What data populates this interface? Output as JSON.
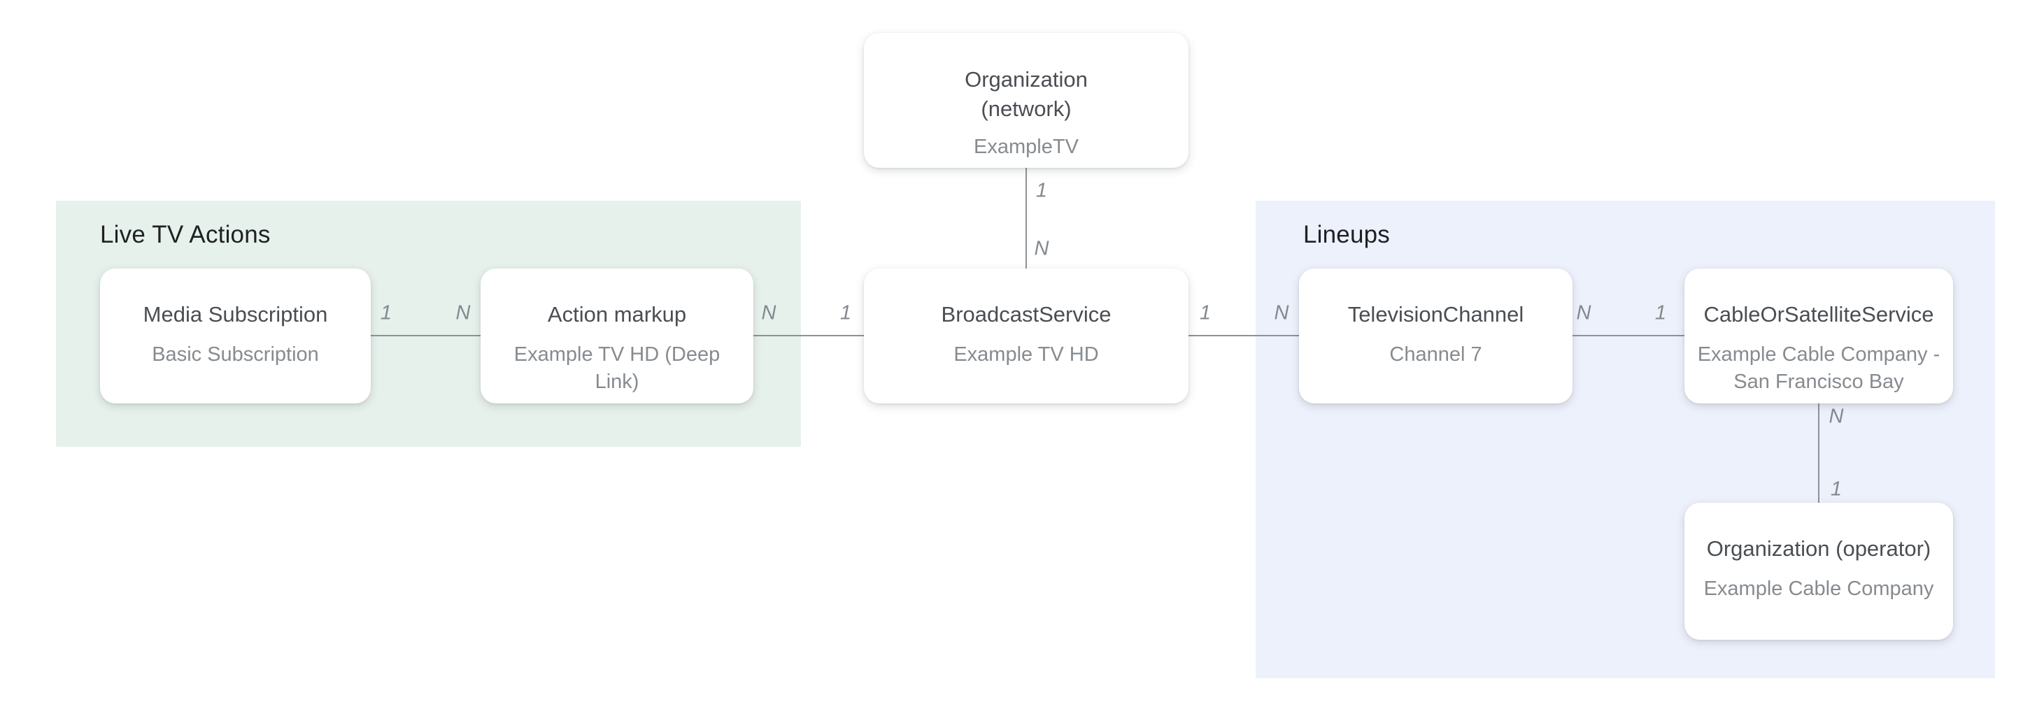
{
  "diagram": {
    "colors": {
      "background": "#ffffff",
      "region_green": "#e7f1ec",
      "region_blue": "#edf1fb",
      "card_background": "#ffffff",
      "card_title_text": "#4a4e53",
      "card_subtitle_text": "#868b90",
      "region_title_text": "#202124",
      "connector_line": "#8d9297",
      "connector_label_text": "#84898e"
    },
    "regions": [
      {
        "id": "live-tv-actions",
        "title": "Live TV Actions"
      },
      {
        "id": "lineups",
        "title": "Lineups"
      }
    ],
    "nodes": [
      {
        "id": "org-network",
        "title_lines": [
          "Organization",
          "(network)"
        ],
        "subtitle": "ExampleTV"
      },
      {
        "id": "media-subscription",
        "title": "Media Subscription",
        "subtitle": "Basic Subscription"
      },
      {
        "id": "action-markup",
        "title": "Action markup",
        "subtitle": "Example TV HD (Deep Link)"
      },
      {
        "id": "broadcast-service",
        "title": "BroadcastService",
        "subtitle": "Example TV HD"
      },
      {
        "id": "television-channel",
        "title": "TelevisionChannel",
        "subtitle": "Channel 7"
      },
      {
        "id": "cable-or-satellite-service",
        "title": "CableOrSatelliteService",
        "subtitle": "Example Cable Company -\nSan Francisco Bay"
      },
      {
        "id": "org-operator",
        "title": "Organization (operator)",
        "subtitle": "Example Cable Company"
      }
    ],
    "connectors": [
      {
        "from": "media-subscription",
        "to": "action-markup",
        "orientation": "horizontal",
        "from_label": "1",
        "to_label": "N"
      },
      {
        "from": "action-markup",
        "to": "broadcast-service",
        "orientation": "horizontal",
        "from_label": "N",
        "to_label": "1"
      },
      {
        "from": "org-network",
        "to": "broadcast-service",
        "orientation": "vertical",
        "from_label": "1",
        "to_label": "N"
      },
      {
        "from": "broadcast-service",
        "to": "television-channel",
        "orientation": "horizontal",
        "from_label": "1",
        "to_label": "N"
      },
      {
        "from": "television-channel",
        "to": "cable-or-satellite-service",
        "orientation": "horizontal",
        "from_label": "N",
        "to_label": "1"
      },
      {
        "from": "cable-or-satellite-service",
        "to": "org-operator",
        "orientation": "vertical",
        "from_label": "N",
        "to_label": "1"
      }
    ]
  }
}
